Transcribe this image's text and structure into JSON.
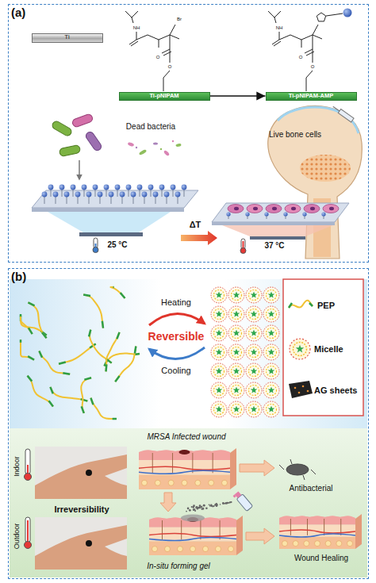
{
  "diagram": {
    "nodes": [
      {
        "text": [
          "(a)"
        ]
      },
      {
        "text": [
          "Ti"
        ],
        "in": 0
      },
      {
        "text": [
          "Ti-pNIPAM"
        ],
        "in": 0
      },
      {
        "text": [
          "Ti-pNIPAM-AMP"
        ],
        "in": 0
      },
      {
        "text": [
          "(b)"
        ]
      }
    ],
    "edges": [
      {
        "from": 2,
        "to": 3,
        "arrow": "to"
      }
    ],
    "labels": [
      "NH",
      "Br",
      "O",
      "O",
      "NH",
      "O",
      "O",
      "Dead bacteria",
      "Live bone cells",
      "25 °C",
      "ΔT",
      "37 °C",
      "Heating",
      "Reversible",
      "Cooling",
      "MRSA Infected wound",
      "Indoor",
      "Irreversibility",
      "Outdoor",
      "Antibacterial",
      "In-situ forming gel",
      "Wound Healing"
    ],
    "legend": [
      {
        "text": "PEP"
      },
      {
        "text": "Micelle"
      },
      {
        "text": "AG sheets"
      }
    ]
  }
}
